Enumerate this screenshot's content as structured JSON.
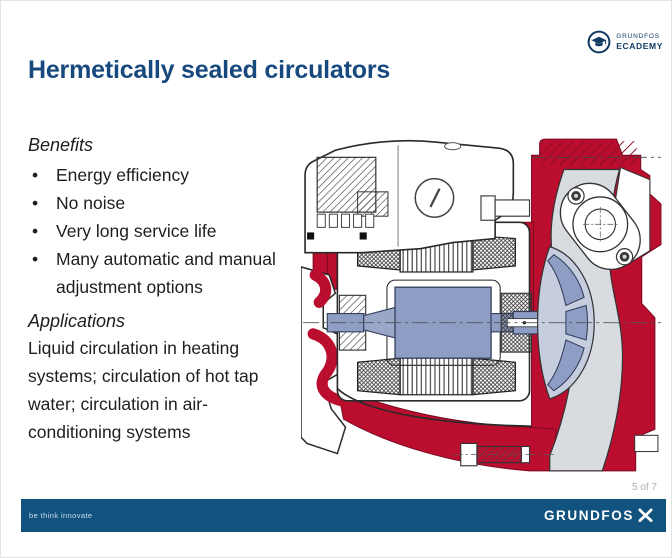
{
  "slide": {
    "title": "Hermetically sealed circulators",
    "page_indicator": "5 of 7"
  },
  "benefits": {
    "heading": "Benefits",
    "bullet": "•",
    "items": [
      "Energy efficiency",
      "No noise",
      "Very long service life",
      "Many automatic and manual adjustment options"
    ]
  },
  "applications": {
    "heading": "Applications",
    "body": "Liquid circulation in heating systems; circulation of hot tap water; circulation in air-conditioning systems"
  },
  "academy_logo": {
    "brand": "GRUNDFOS",
    "name": "ECADEMY"
  },
  "footer": {
    "tagline": "be think innovate",
    "brand": "GRUNDFOS"
  },
  "colors": {
    "title_blue": "#17497E",
    "footer_bar": "#11527F",
    "cut_red": "#BB0E2F",
    "rotor_blue": "#8E9DC3",
    "channel_gray": "#D8DBE0",
    "page_indicator_gray": "#AFAFB2"
  }
}
